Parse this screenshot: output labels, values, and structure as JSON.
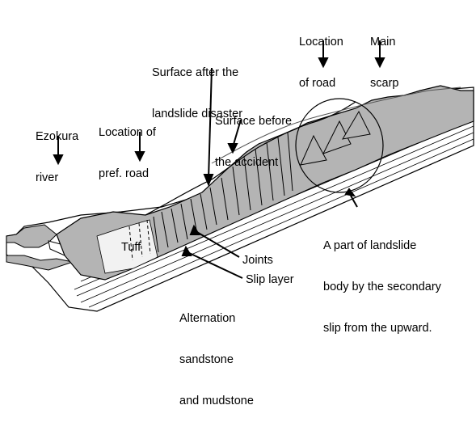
{
  "labels": {
    "river": [
      "Ezokura",
      "river"
    ],
    "pref_road": [
      "Location of",
      "pref. road"
    ],
    "surface_after": [
      "Surface after the",
      "landslide disaster"
    ],
    "surface_before": [
      "Surface before",
      "the accident"
    ],
    "road": [
      "Location",
      "of road"
    ],
    "main_scarp": [
      "Main",
      "scarp"
    ],
    "tuff": "Tuff",
    "joints": "Joints",
    "slip_layer": "Slip layer",
    "alternation": [
      "Alternation",
      "sandstone",
      "and mudstone"
    ],
    "secondary": [
      "A part of landslide",
      "body by the secondary",
      "slip from the upward."
    ]
  },
  "colors": {
    "landslide_fill": "#b4b4b4",
    "tuff_fill": "#f2f2f2",
    "line": "#000000"
  }
}
